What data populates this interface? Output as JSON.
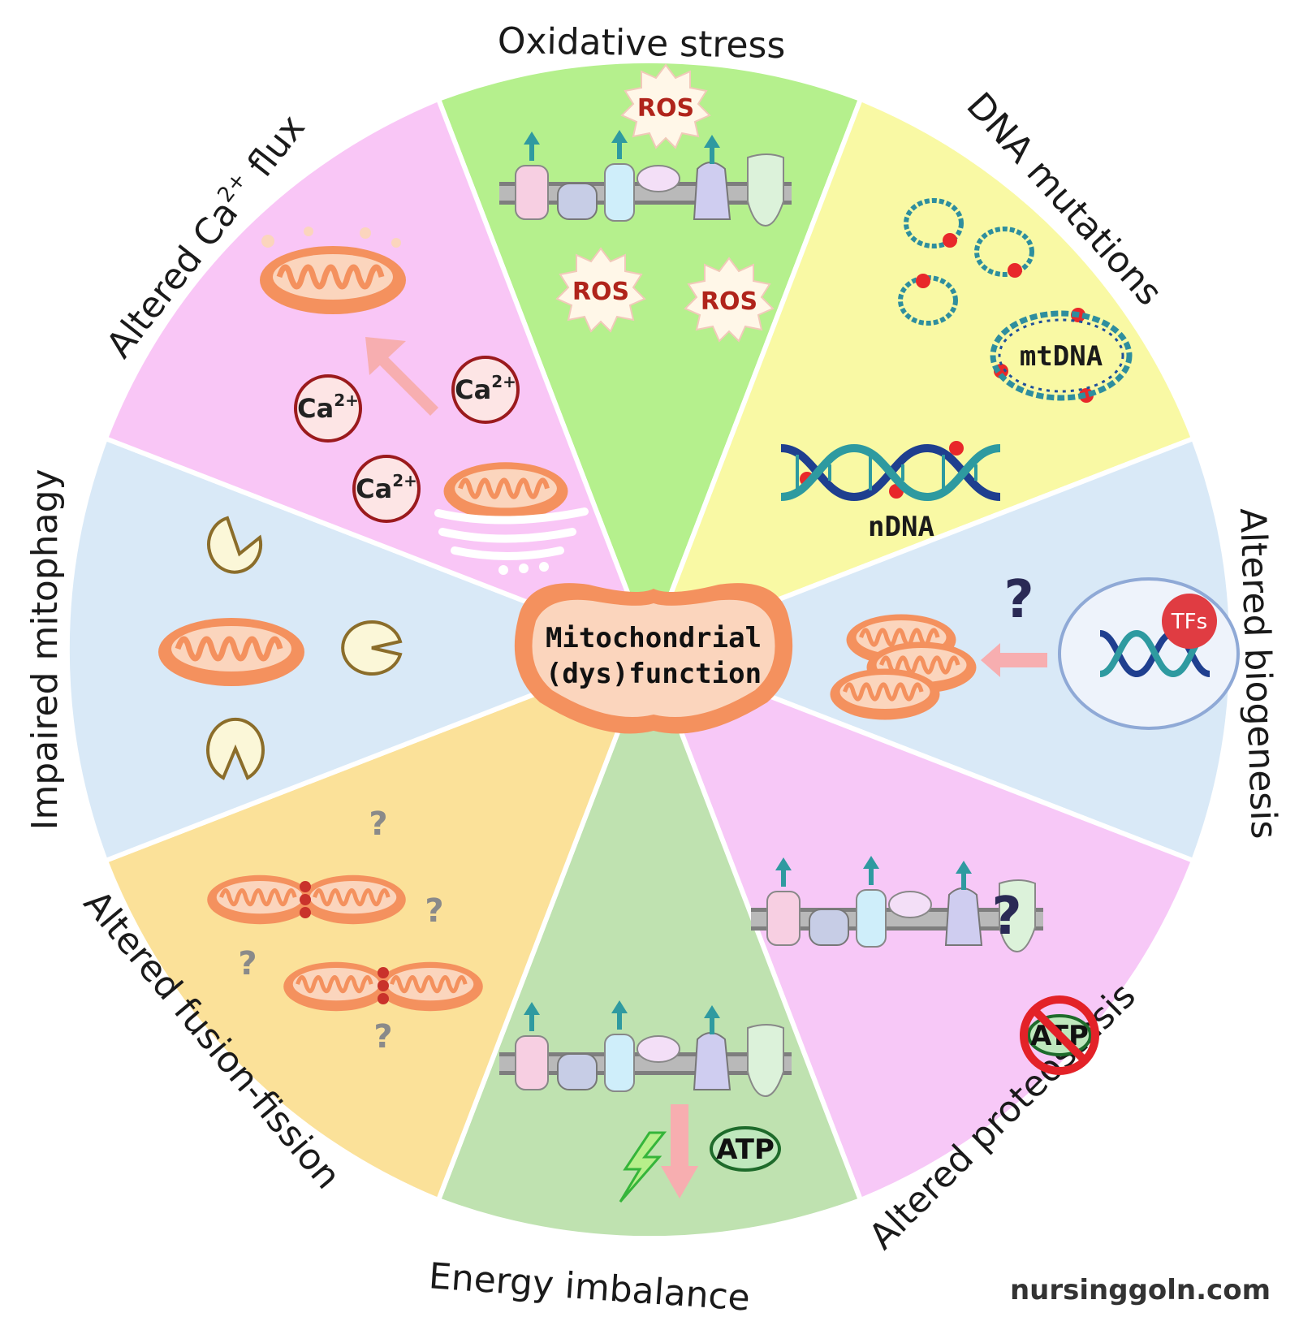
{
  "center_label": {
    "line1": "Mitochondrial",
    "line2": "(dys)function"
  },
  "segments": [
    {
      "id": "oxidative-stress",
      "title": "Oxidative stress",
      "color": "#b5f08d"
    },
    {
      "id": "dna-mutations",
      "title": "DNA mutations",
      "color": "#f9f9a4"
    },
    {
      "id": "altered-biogenesis",
      "title": "Altered biogenesis",
      "color": "#d9e9f7"
    },
    {
      "id": "altered-proteostasis",
      "title": "Altered proteostasis",
      "color": "#f7c8f7"
    },
    {
      "id": "energy-imbalance",
      "title": "Energy imbalance",
      "color": "#bfe2b0"
    },
    {
      "id": "altered-fusion-fission",
      "title": "Altered fusion-fission",
      "color": "#fbe199"
    },
    {
      "id": "impaired-mitophagy",
      "title": "Impaired mitophagy",
      "color": "#d9e9f7"
    },
    {
      "id": "altered-ca-flux",
      "title_prefix": "Altered Ca",
      "title_sup": "2+",
      "title_suffix": " flux",
      "color": "#f9c6f6"
    }
  ],
  "labels": {
    "ros": "ROS",
    "ca_base": "Ca",
    "ca_sup": "2+",
    "mtdna": "mtDNA",
    "ndna": "nDNA",
    "tfs": "TFs",
    "atp": "ATP",
    "question": "?"
  },
  "watermark": "nursinggoln.com"
}
